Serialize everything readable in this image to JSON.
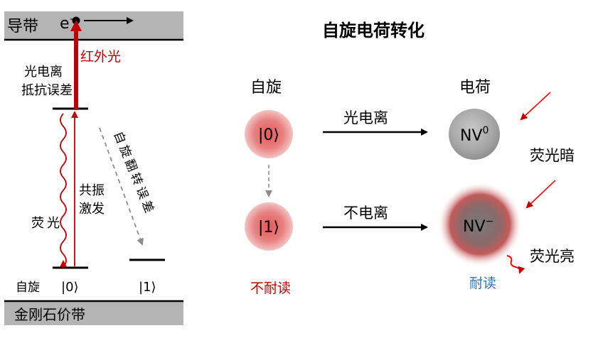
{
  "energy_diagram": {
    "conduction_band": "导带",
    "valence_band": "金刚石价带",
    "electron": "e",
    "electron_sup": "−",
    "infrared": "红外光",
    "photoionization_error_line1": "光电离",
    "photoionization_error_line2": "抵抗误差",
    "spin_flip_error": [
      "自",
      "旋",
      "翻",
      "转",
      "误",
      "差"
    ],
    "resonant_line1": "共振",
    "resonant_line2": "激发",
    "fluorescence": [
      "荧",
      "光"
    ],
    "spin_label": "自旋",
    "state0": "|0⟩",
    "state1": "|1⟩"
  },
  "conversion": {
    "title": "自旋电荷转化",
    "spin_header": "自旋",
    "charge_header": "电荷",
    "spin0": "|0⟩",
    "spin1": "|1⟩",
    "arrow_top_label": "光电离",
    "arrow_bottom_label": "不电离",
    "nv0": "NV",
    "nv0_sup": "0",
    "nvm": "NV",
    "nvm_sup": "−",
    "dark": "荧光暗",
    "bright": "荧光亮",
    "not_robust": "不耐读",
    "robust": "耐读"
  },
  "colors": {
    "band_gray": "#b4b4b4",
    "red": "#c00000",
    "blue": "#2e75b6",
    "dashed_gray": "#8c8c8c"
  }
}
